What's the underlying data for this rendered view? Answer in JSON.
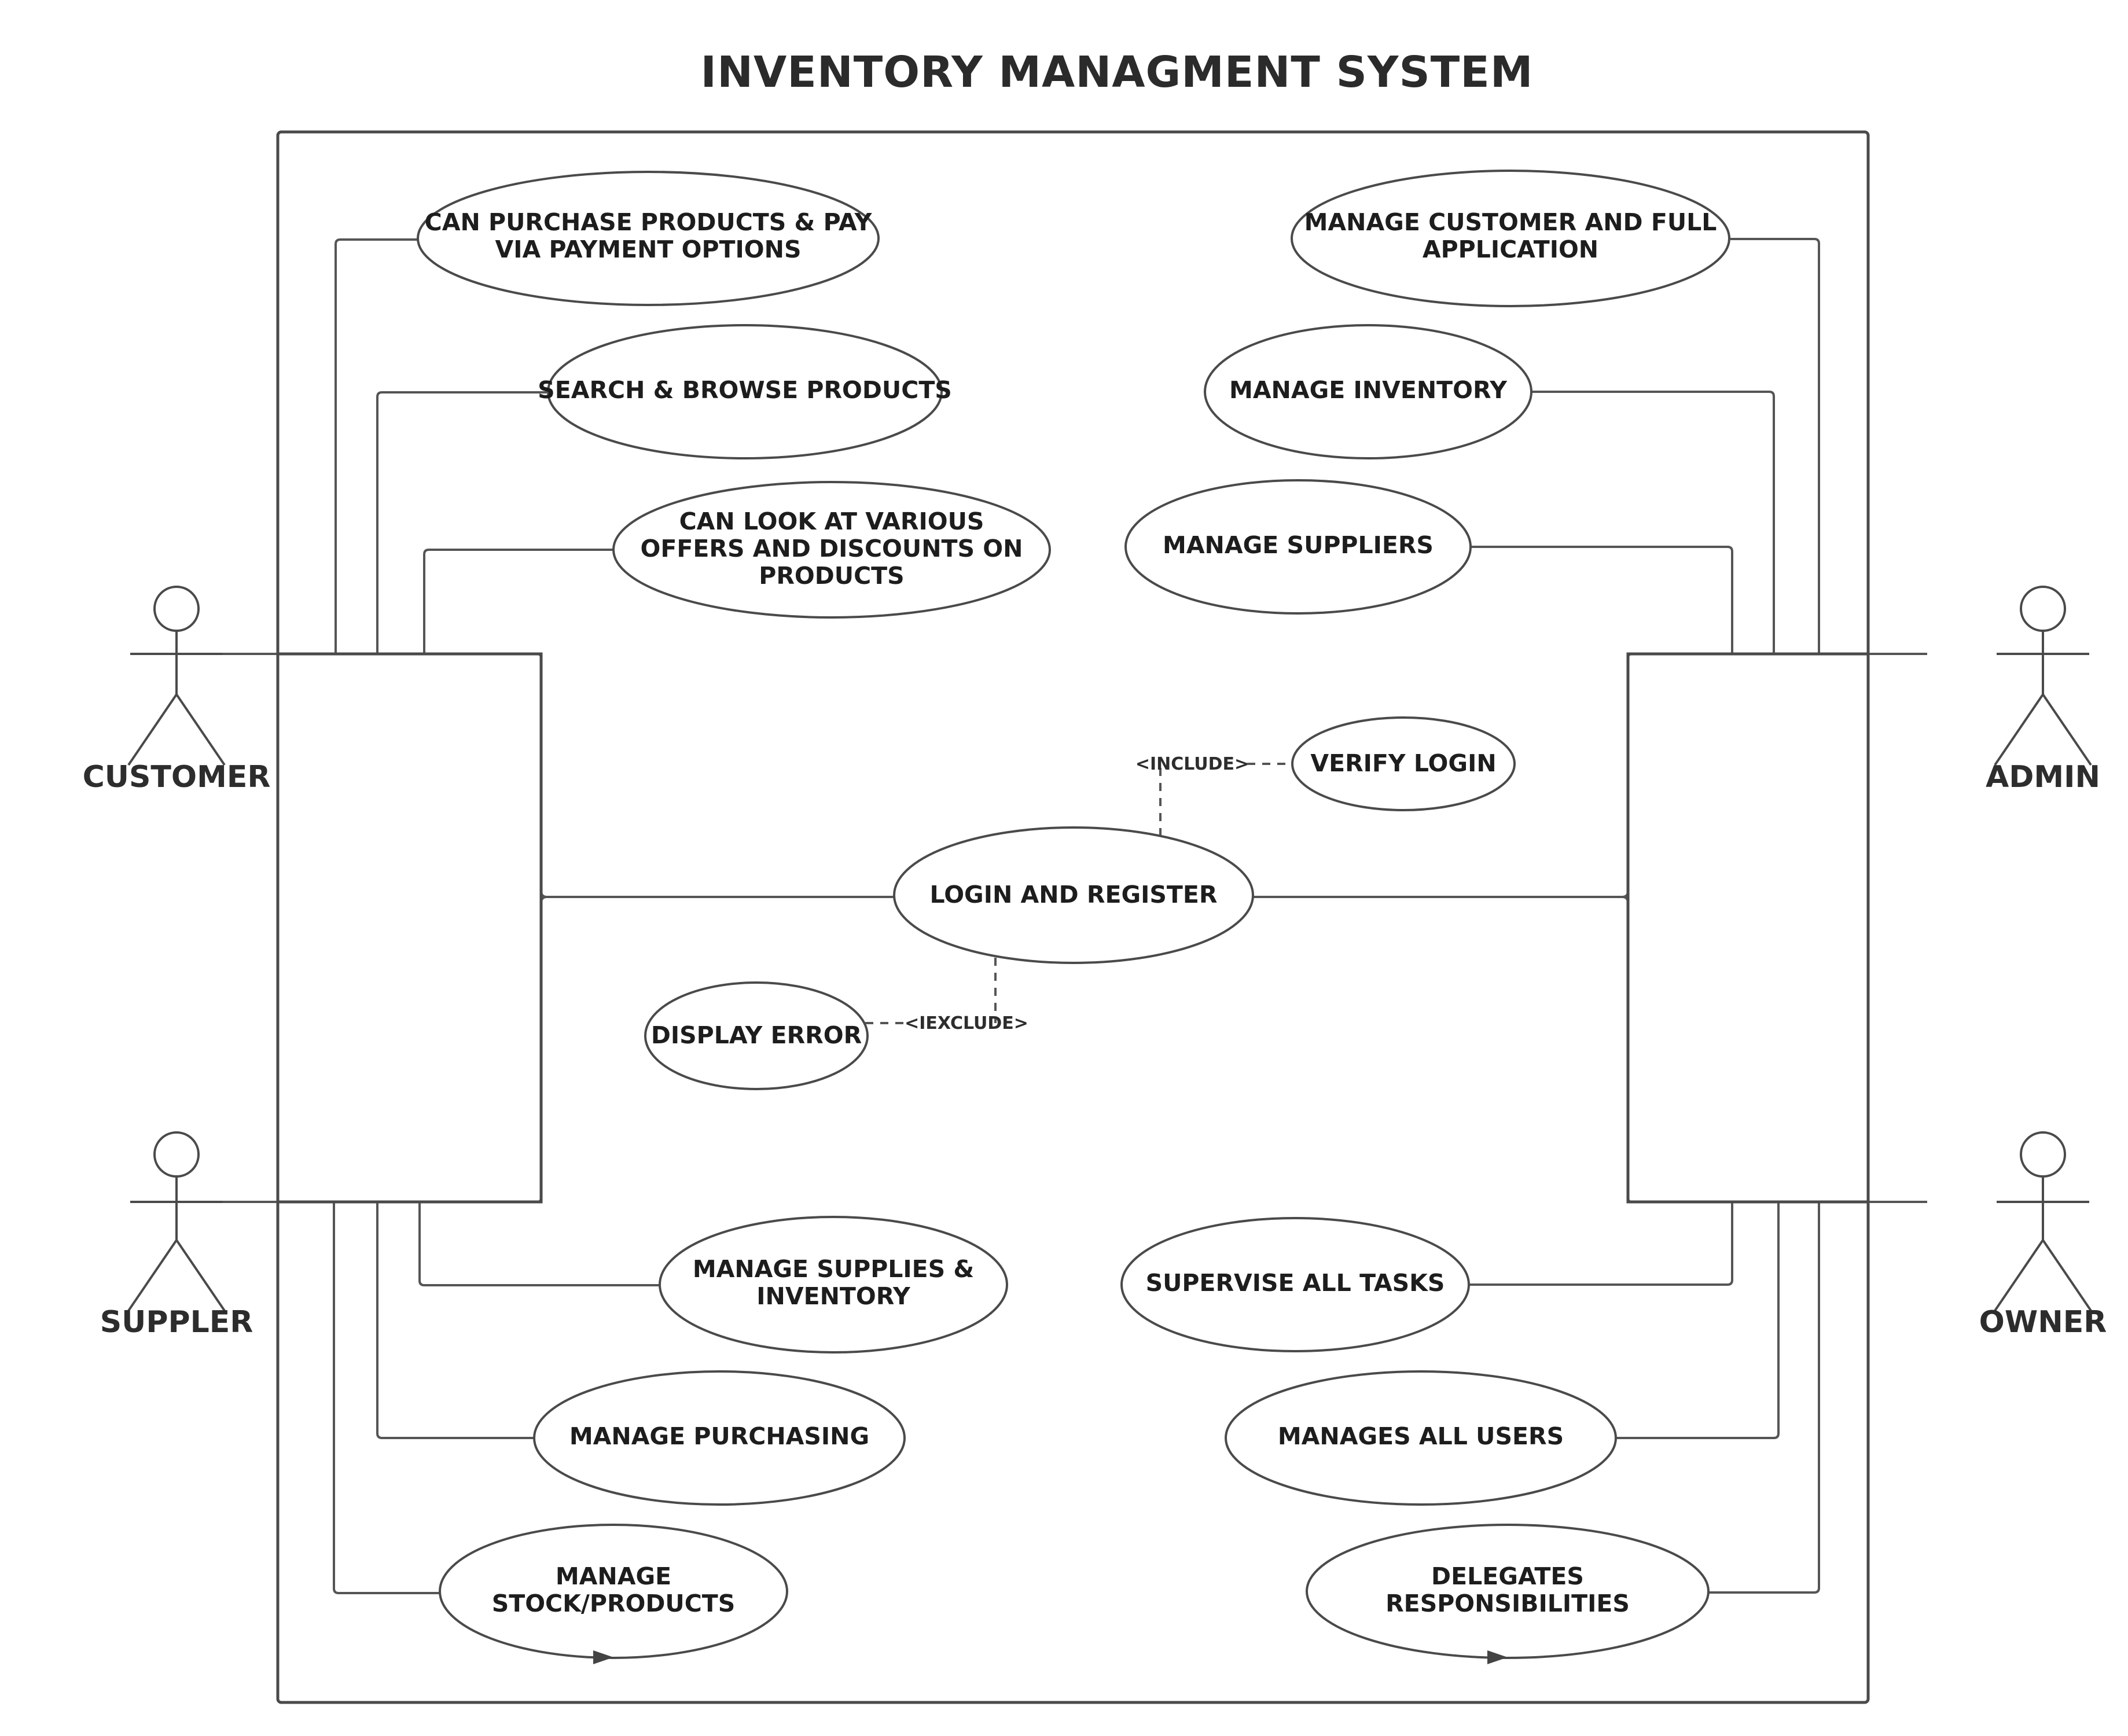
{
  "title": "INVENTORY MANAGMENT  SYSTEM",
  "actors": {
    "customer": "CUSTOMER",
    "supplier": "SUPPLER",
    "admin": "ADMIN",
    "owner": "OWNER"
  },
  "use_cases": {
    "purchase": [
      "CAN PURCHASE PRODUCTS & PAY",
      "VIA  PAYMENT OPTIONS"
    ],
    "search": [
      "SEARCH & BROWSE PRODUCTS"
    ],
    "offers": [
      "CAN LOOK AT VARIOUS",
      "OFFERS AND DISCOUNTS ON",
      "PRODUCTS"
    ],
    "manage_customer": [
      "MANAGE CUSTOMER AND FULL",
      "APPLICATION"
    ],
    "manage_inventory": [
      "MANAGE  INVENTORY"
    ],
    "manage_suppliers": [
      "MANAGE SUPPLIERS"
    ],
    "verify_login": [
      "VERIFY LOGIN"
    ],
    "login": [
      "LOGIN AND REGISTER"
    ],
    "display_error": [
      "DISPLAY ERROR"
    ],
    "manage_supplies": [
      "MANAGE SUPPLIES &",
      "INVENTORY"
    ],
    "manage_purchasing": [
      "MANAGE PURCHASING"
    ],
    "manage_stock": [
      "MANAGE",
      "STOCK/PRODUCTS"
    ],
    "supervise": [
      "SUPERVISE ALL TASKS"
    ],
    "manages_users": [
      "MANAGES ALL USERS"
    ],
    "delegates": [
      "DELEGATES",
      "RESPONSIBILITIES"
    ]
  },
  "relations": {
    "include": "<INCLUDE>",
    "exclude": "<IEXCLUDE>"
  }
}
